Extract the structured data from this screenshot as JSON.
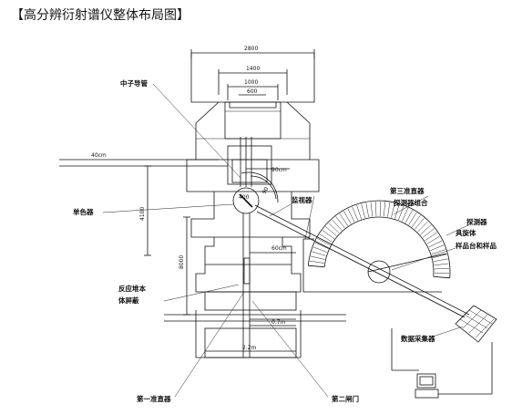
{
  "title": "【高分辨衍射谱仪整体布局图】",
  "labels": {
    "neutron_guide": "中子导管",
    "monochromator": "单色器",
    "monitor": "监视器",
    "third_collimator": "第三准直器",
    "detector_group": "探测器组合",
    "detector_rotation": "探测器具旋体",
    "sample_table": "样品台和样品",
    "reactor_shield": "反应堆本体屏蔽",
    "data_collector": "数据采集器",
    "first_collimator": "第一准直器",
    "second_gate": "第二闸门"
  },
  "dims": {
    "d2800": "2800",
    "d1400": "1400",
    "d1000": "1000",
    "d600": "600",
    "d40cm": "40cm",
    "d90cm": "90cm",
    "d4100": "4100",
    "d8000": "8000",
    "d60cm": "60cm",
    "d07m": "0.7m",
    "d22m": "2.2m",
    "d400": "400",
    "d90": "90"
  }
}
